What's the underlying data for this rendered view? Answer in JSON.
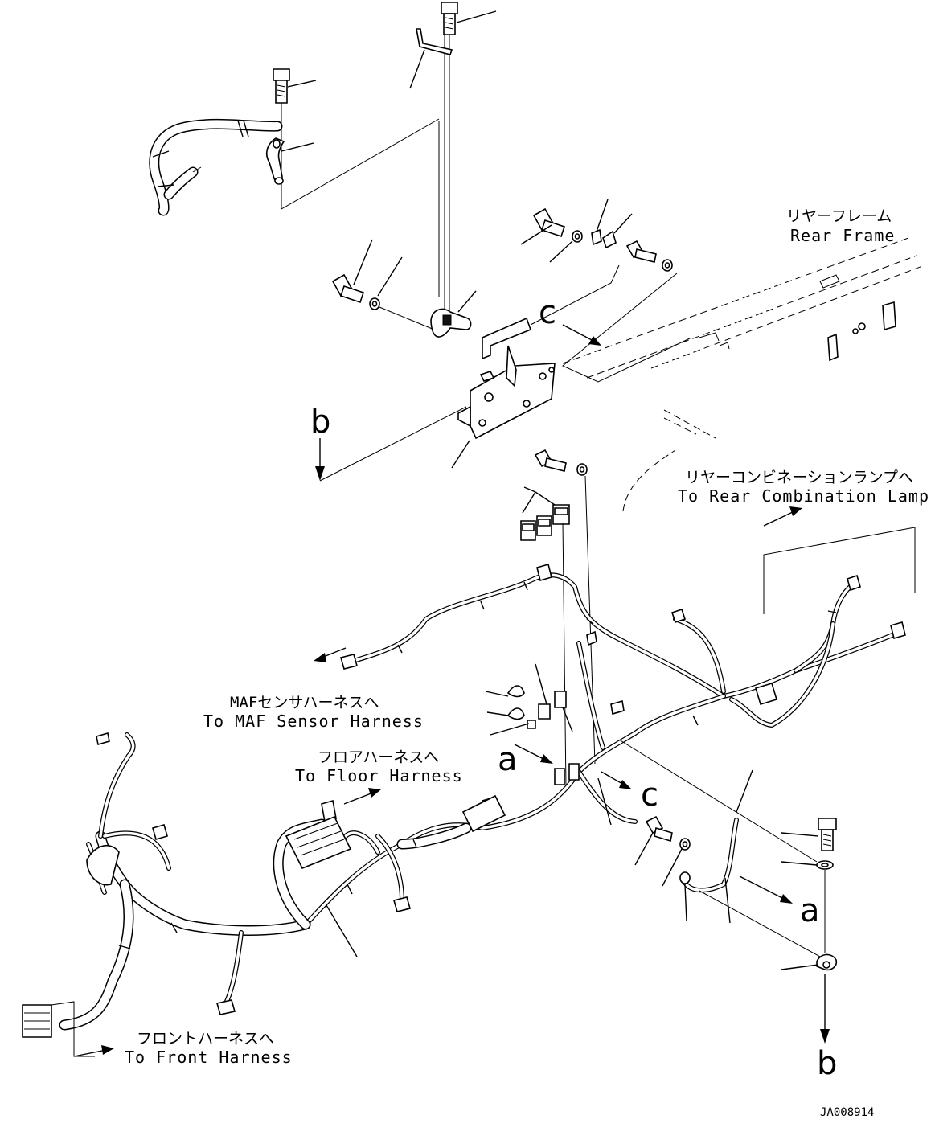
{
  "labels": {
    "rear_frame": {
      "jp": "リヤーフレーム",
      "en": "Rear Frame"
    },
    "rear_combination_lamp": {
      "jp": "リヤーコンビネーションランプへ",
      "en": "To Rear Combination Lamp"
    },
    "maf_sensor_harness": {
      "jp": "MAFセンサハーネスへ",
      "en": "To MAF Sensor Harness"
    },
    "floor_harness": {
      "jp": "フロアハーネスへ",
      "en": "To Floor Harness"
    },
    "front_harness": {
      "jp": "フロントハーネスへ",
      "en": "To Front Harness"
    }
  },
  "ref_letters": {
    "c_top": "c",
    "b_left": "b",
    "a_mid": "a",
    "c_mid": "c",
    "a_right": "a",
    "b_bottom": "b"
  },
  "drawing_code": "JA008914"
}
